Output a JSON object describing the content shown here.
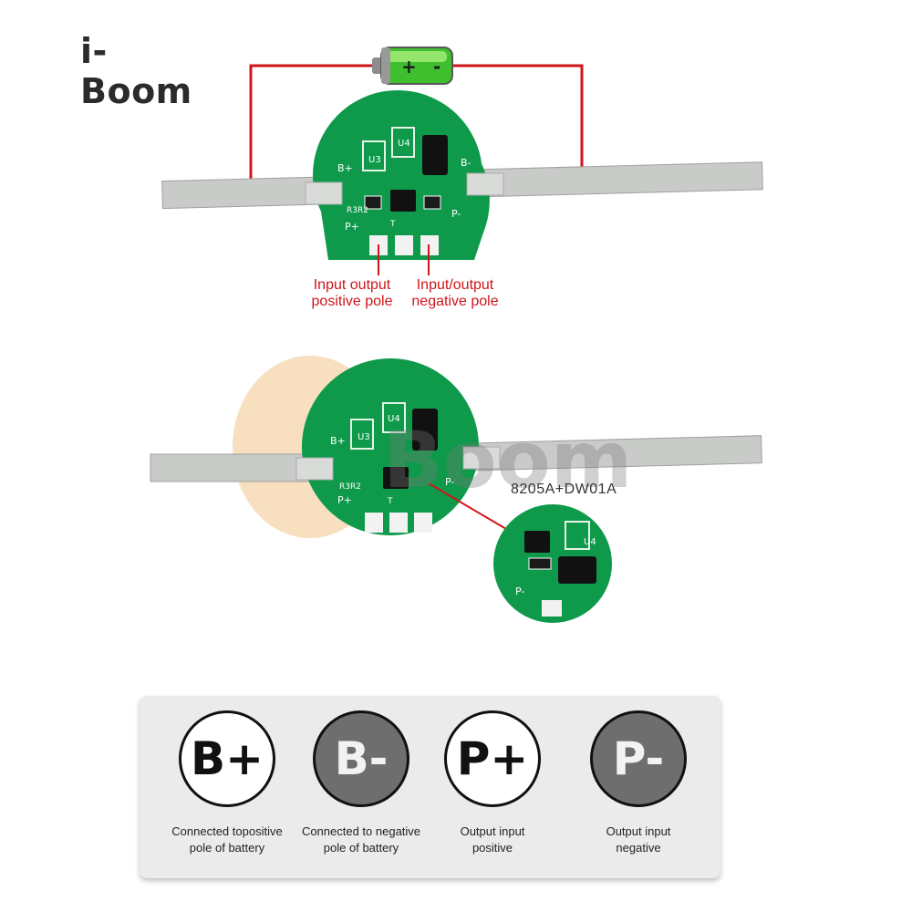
{
  "logo": {
    "text": "i-Boom"
  },
  "battery": {
    "plus": "+",
    "minus": "-"
  },
  "board_top": {
    "pads": [
      "B+",
      "B-",
      "P+",
      "P-"
    ],
    "parts": [
      "U3",
      "U4",
      "R3",
      "R2",
      "T"
    ],
    "label_positive": [
      "Input output",
      "positive pole"
    ],
    "label_negative": [
      "Input/output",
      "negative pole"
    ]
  },
  "board_bottom": {
    "pads": [
      "B+",
      "P+",
      "P-"
    ],
    "parts": [
      "U3",
      "U4",
      "R3",
      "R2",
      "T"
    ],
    "chip_label": "8205A+DW01A",
    "zoom_pads": [
      "P-",
      "U4"
    ]
  },
  "watermark": {
    "text": "Boom"
  },
  "pins": [
    {
      "symbol": "B+",
      "desc": [
        "Connected topositive",
        "pole of battery"
      ],
      "style": "light"
    },
    {
      "symbol": "B-",
      "desc": [
        "Connected to negative",
        "pole of battery"
      ],
      "style": "dark"
    },
    {
      "symbol": "P+",
      "desc": [
        "Output input",
        "positive"
      ],
      "style": "light"
    },
    {
      "symbol": "P-",
      "desc": [
        "Output input",
        "negative"
      ],
      "style": "dark"
    }
  ],
  "colors": {
    "pcb": "#0e9a4a",
    "wire": "#d0141b",
    "strip": "#c9cbc9",
    "accent": "#f08a00"
  }
}
